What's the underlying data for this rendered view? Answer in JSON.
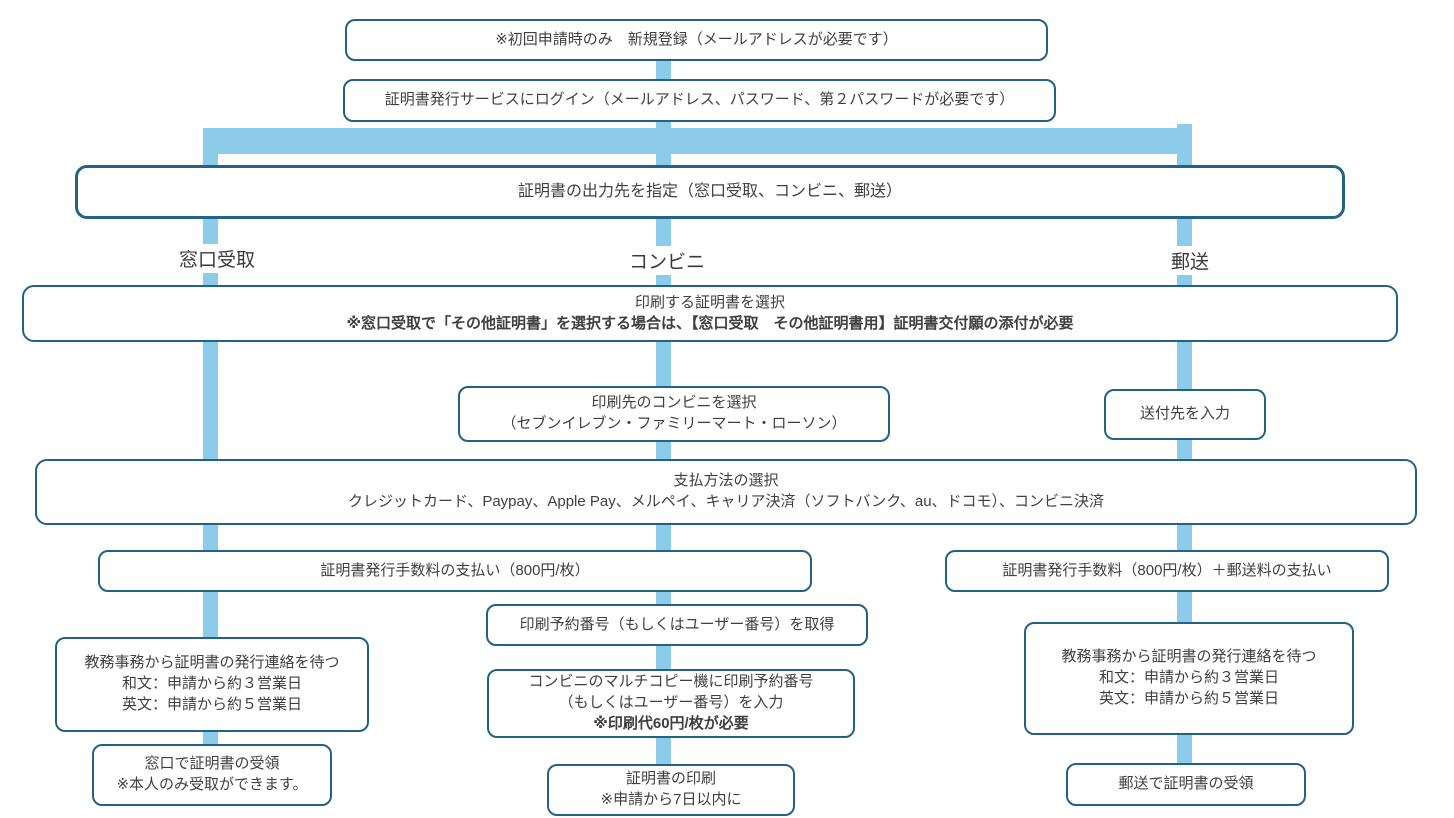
{
  "colors": {
    "box_border": "#236283",
    "connector_blue": "#8CCBEA",
    "text": "#404040"
  },
  "branch_labels": {
    "window": "窓口受取",
    "konbini": "コンビニ",
    "mail": "郵送"
  },
  "nodes": {
    "register": {
      "lines": [
        "※初回申請時のみ　新規登録（メールアドレスが必要です）"
      ]
    },
    "login": {
      "lines": [
        "証明書発行サービスにログイン（メールアドレス、パスワード、第２パスワードが必要です）"
      ]
    },
    "output_dest": {
      "lines": [
        "証明書の出力先を指定（窓口受取、コンビニ、郵送）"
      ]
    },
    "select_cert": {
      "lines": [
        "印刷する証明書を選択",
        "※窓口受取で「その他証明書」を選択する場合は、【窓口受取　その他証明書用】証明書交付願の添付が必要"
      ]
    },
    "select_store": {
      "lines": [
        "印刷先のコンビニを選択",
        "（セブンイレブン・ファミリーマート・ローソン）"
      ]
    },
    "enter_address": {
      "lines": [
        "送付先を入力"
      ]
    },
    "payment_method": {
      "lines": [
        "支払方法の選択",
        "クレジットカード、Paypay、Apple Pay、メルペイ、キャリア決済（ソフトバンク、au、ドコモ）、コンビニ決済"
      ]
    },
    "fee_window_konbini": {
      "lines": [
        "証明書発行手数料の支払い（800円/枚）"
      ]
    },
    "fee_mail": {
      "lines": [
        "証明書発行手数料（800円/枚）＋郵送料の支払い"
      ]
    },
    "get_number": {
      "lines": [
        "印刷予約番号（もしくはユーザー番号）を取得"
      ]
    },
    "wait_window": {
      "lines": [
        "教務事務から証明書の発行連絡を待つ",
        "和文：申請から約３営業日",
        "英文：申請から約５営業日"
      ]
    },
    "multicopy": {
      "lines": [
        "コンビニのマルチコピー機に印刷予約番号",
        "（もしくはユーザー番号）を入力",
        "※印刷代60円/枚が必要"
      ]
    },
    "wait_mail": {
      "lines": [
        "教務事務から証明書の発行連絡を待つ",
        "和文：申請から約３営業日",
        "英文：申請から約５営業日"
      ]
    },
    "receive_window": {
      "lines": [
        "窓口で証明書の受領",
        "※本人のみ受取ができます。"
      ]
    },
    "print_cert": {
      "lines": [
        "証明書の印刷",
        "※申請から7日以内に"
      ]
    },
    "receive_mail": {
      "lines": [
        "郵送で証明書の受領"
      ]
    }
  }
}
